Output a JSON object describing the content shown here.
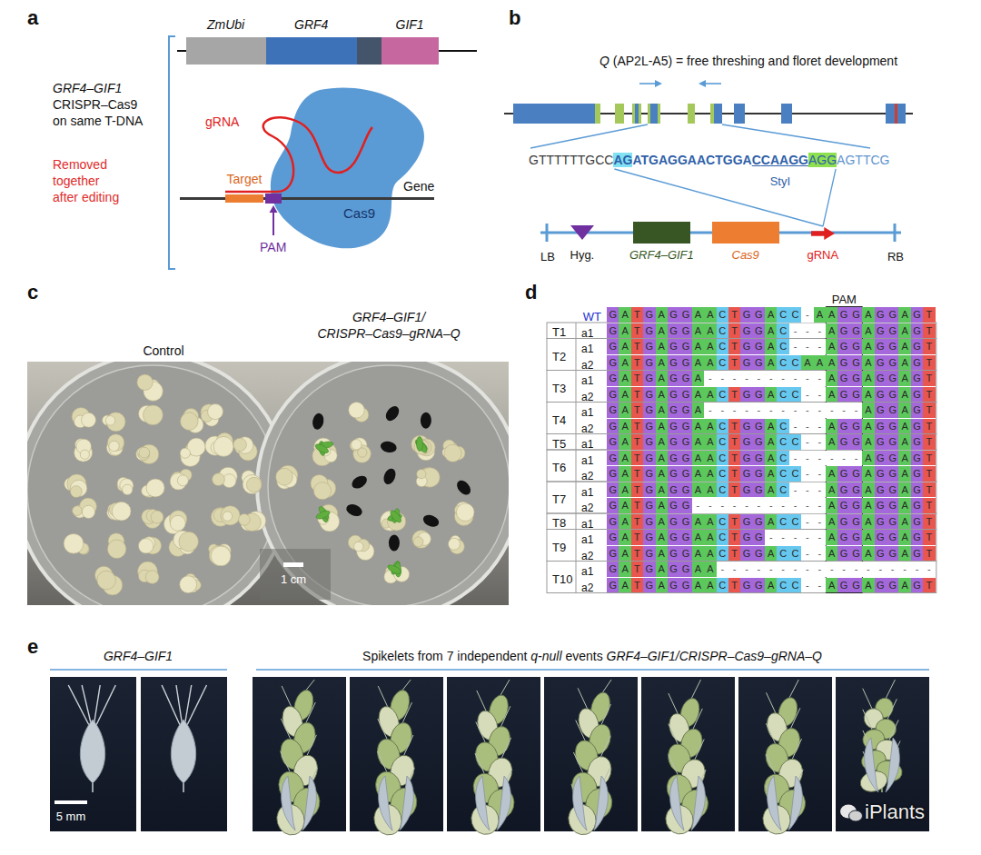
{
  "diagram": {
    "nodes": [
      {
        "text": [
          "ZmUbi"
        ]
      },
      {
        "text": [
          "GRF4"
        ]
      },
      {
        "text": [
          "GIF1"
        ]
      },
      {
        "text": [
          "Cas9"
        ]
      },
      {
        "text": [
          "Target"
        ]
      },
      {
        "text": [
          "PAM"
        ]
      },
      {
        "text": [
          "Hyg."
        ]
      },
      {
        "text": [
          "GRF4–GIF1"
        ]
      },
      {
        "text": [
          "Cas9"
        ]
      },
      {
        "text": [
          "gRNA"
        ]
      }
    ],
    "labels": [
      "a",
      "GRF4–GIF1 CRISPR–Cas9 on same T-DNA",
      "Removed together after editing",
      "gRNA",
      "Gene",
      "b",
      "Q (AP2L-A5) = free threshing and floret development",
      "GTTTTTTGCCAGATGAGGAACTGGACCAAGGAGGAGTTCG",
      "StyI",
      "LB",
      "RB",
      "c",
      "Control",
      "GRF4–GIF1/ CRISPR–Cas9–gRNA–Q",
      "1 cm",
      "d",
      "PAM",
      "WT",
      "GATGAGGAACTGGACC-AAGGAGGAGT",
      "T1",
      "a1",
      "GATGAGGAACTGGAC---AGGAGGAGT",
      "T2",
      "a1",
      "GATGAGGAACTGGAC---AGGAGGAGT",
      "a2",
      "GATGAGGAACTGGACCAAAGGAGGAGT",
      "T3",
      "a1",
      "GATGAGGA----------AGGAGGAGT",
      "a2",
      "GATGAGGAACTGGACC--AGGAGGAGT",
      "T4",
      "a1",
      "GATGAGGA-------------AGGAGT",
      "a2",
      "GATGAGGAACTGGAC---AGGAGGAGT",
      "T5",
      "a1",
      "GATGAGGAACTGGACC--AGGAGGAGT",
      "T6",
      "a1",
      "GATGAGGAACTGGAC------AGGAGT",
      "a2",
      "GATGAGGAACTGGACC--AGGAGGAGT",
      "T7",
      "a1",
      "GATGAGGAACTGGAC---AGGAGGAGT",
      "a2",
      "GATGAGG-----------AGGAGGAGT",
      "T8",
      "a1",
      "GATGAGGAACTGGACC--AGGAGGAGT",
      "T9",
      "a1",
      "GATGAGGAACTGG-----AGGAGGAGT",
      "a2",
      "GATGAGGAACTGGACC--AGGAGGAGT",
      "T10",
      "a1",
      "GATGAGGAA------------------",
      "a2",
      "GATGAGGAACTGGACC--AGGAGGAGT",
      "e",
      "GRF4–GIF1",
      "Spikelets from 7 independent q-null events GRF4–GIF1/CRISPR–Cas9–gRNA–Q",
      "5 mm",
      "iPlants"
    ]
  }
}
